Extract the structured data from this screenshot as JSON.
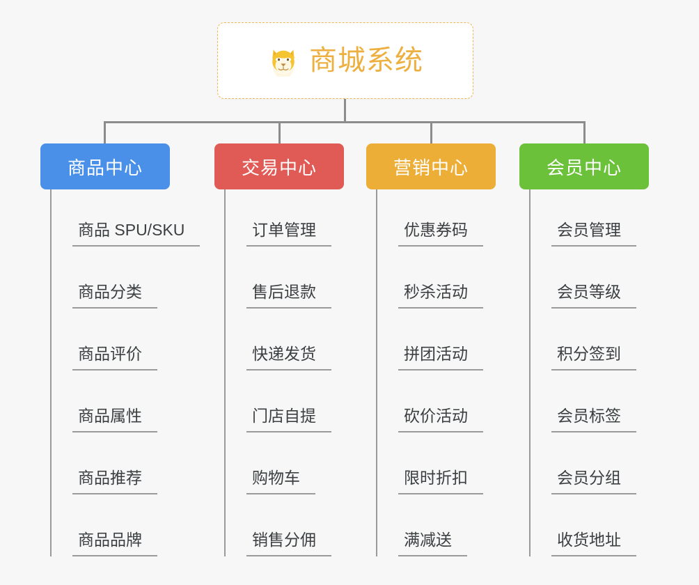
{
  "root": {
    "icon": "shiba-dog-face-icon",
    "title": "商城系统",
    "border_color": "#efb552",
    "title_color": "#edb040"
  },
  "branches": [
    {
      "id": "product-center",
      "label": "商品中心",
      "color": "#4a90e8",
      "items": [
        "商品 SPU/SKU",
        "商品分类",
        "商品评价",
        "商品属性",
        "商品推荐",
        "商品品牌"
      ]
    },
    {
      "id": "trade-center",
      "label": "交易中心",
      "color": "#e15b56",
      "items": [
        "订单管理",
        "售后退款",
        "快递发货",
        "门店自提",
        "购物车",
        "销售分佣"
      ]
    },
    {
      "id": "marketing-center",
      "label": "营销中心",
      "color": "#edae38",
      "items": [
        "优惠券码",
        "秒杀活动",
        "拼团活动",
        "砍价活动",
        "限时折扣",
        "满减送"
      ]
    },
    {
      "id": "member-center",
      "label": "会员中心",
      "color": "#6cc13b",
      "items": [
        "会员管理",
        "会员等级",
        "积分签到",
        "会员标签",
        "会员分组",
        "收货地址"
      ]
    }
  ],
  "theme": {
    "background": "#f7f7f7",
    "connector_color": "#8c8c8c",
    "leaf_line_color": "#9a9a9a",
    "leaf_text_color": "#3c3f41"
  }
}
